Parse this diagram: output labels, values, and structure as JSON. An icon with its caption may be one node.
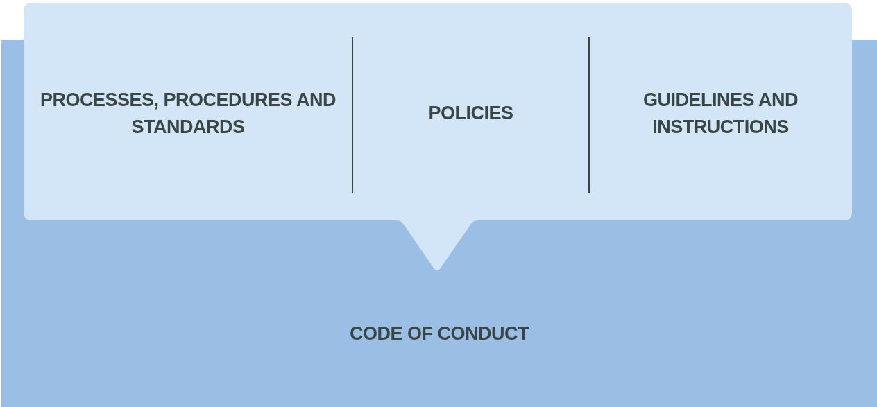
{
  "diagram": {
    "nodes": [
      {
        "text": [],
        "shape": "callout"
      },
      {
        "text": [
          "PROCESSES, PROCEDURES AND STANDARDS"
        ],
        "in": 0
      },
      {
        "text": [
          "POLICIES"
        ],
        "in": 0
      },
      {
        "text": [
          "GUIDELINES AND INSTRUCTIONS"
        ],
        "in": 0
      },
      {
        "text": [
          "CODE OF CONDUCT"
        ]
      }
    ]
  }
}
